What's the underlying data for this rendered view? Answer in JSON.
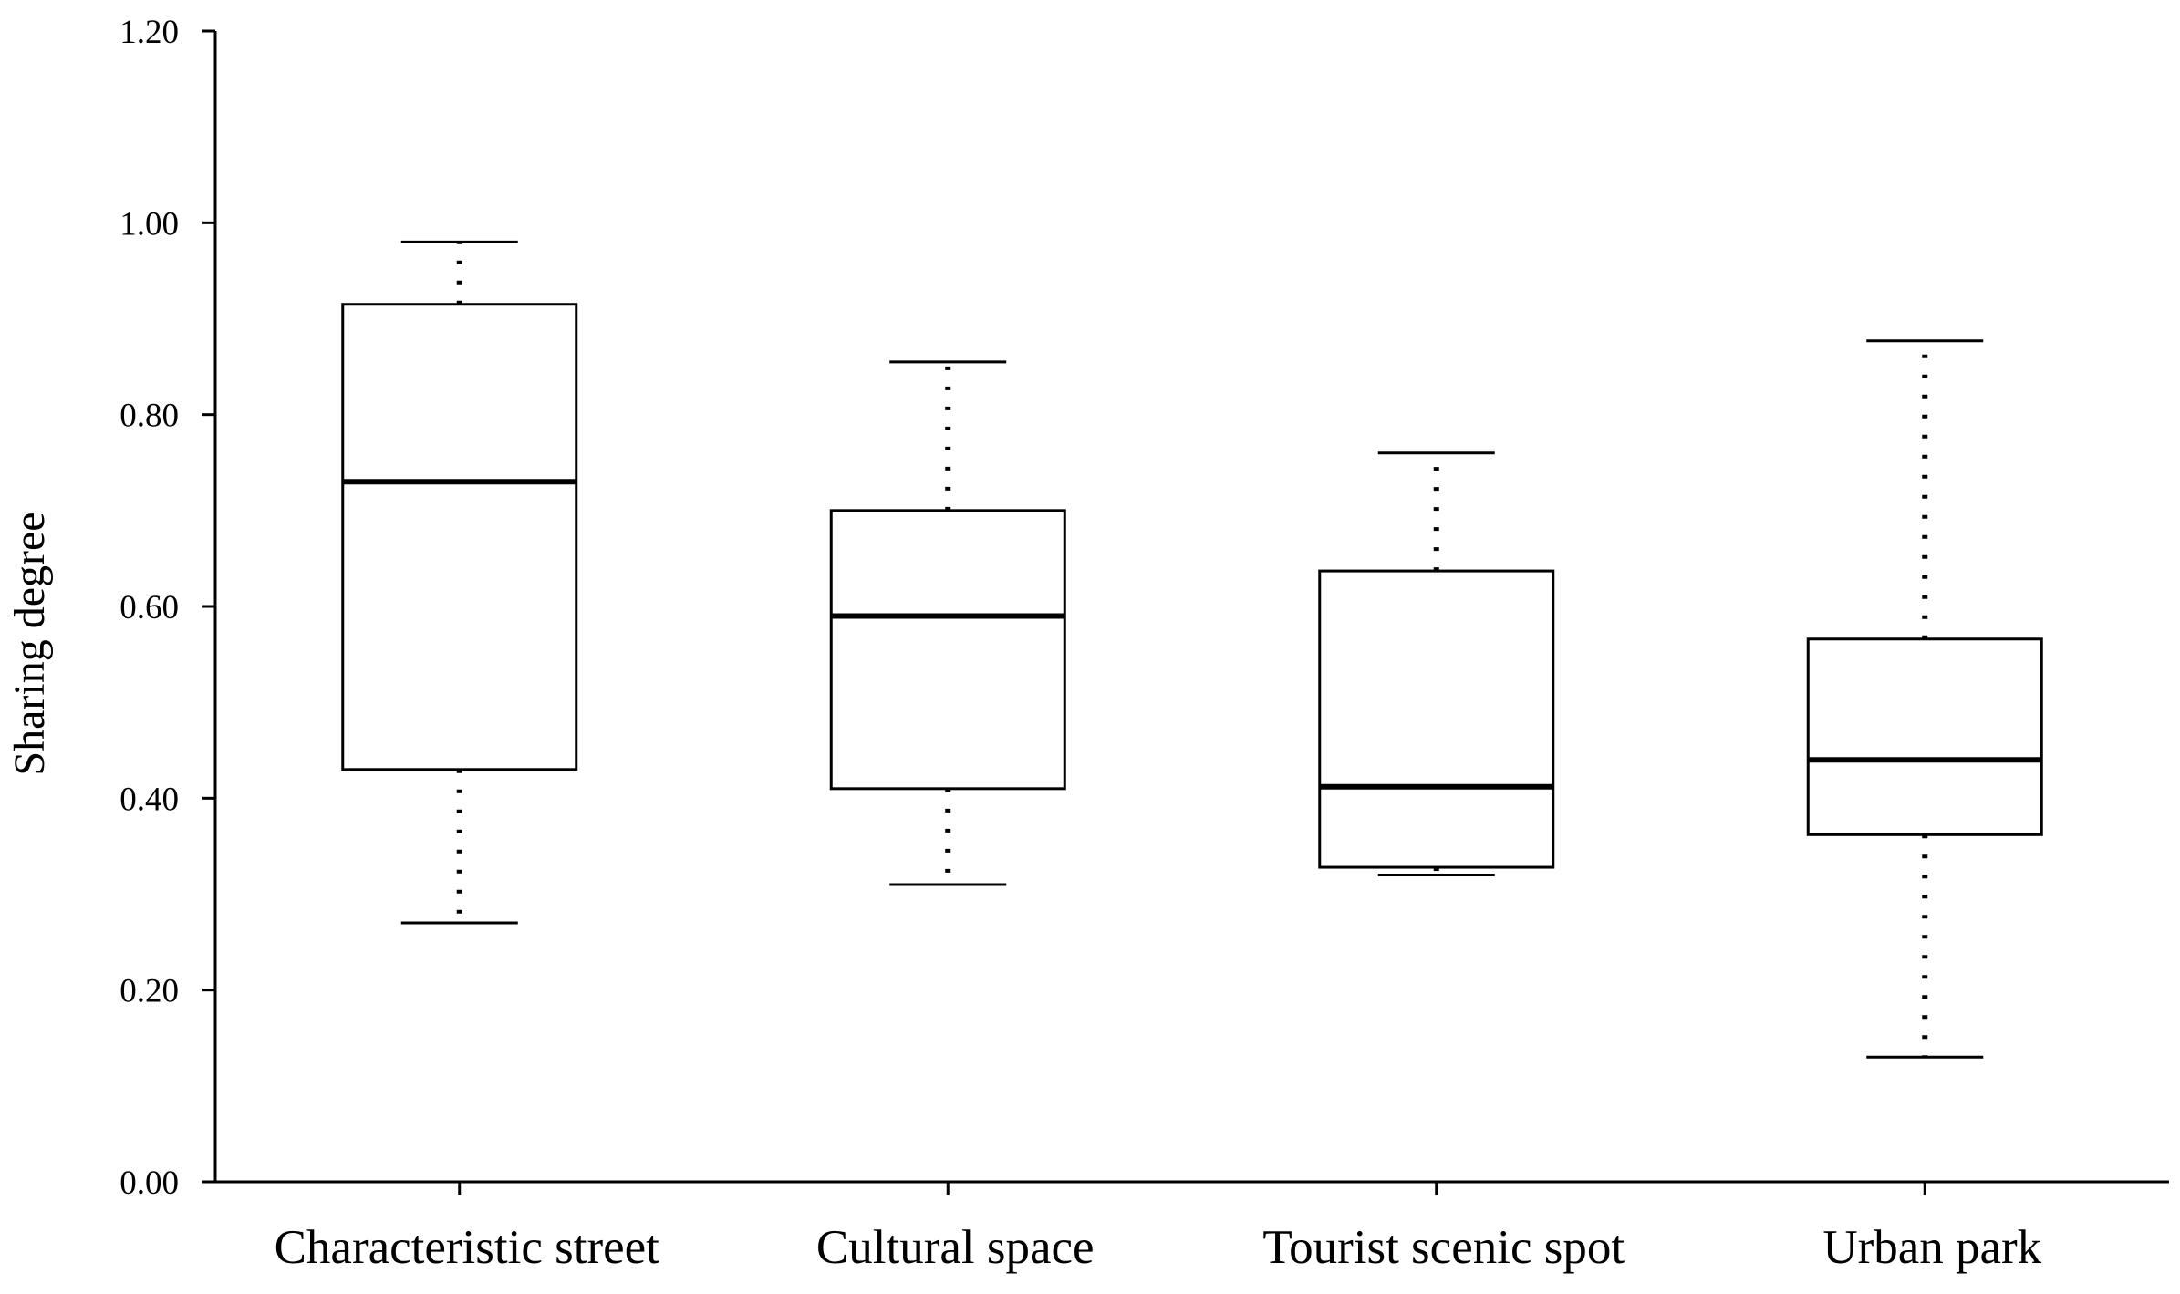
{
  "chart_data": {
    "type": "boxplot",
    "title": "",
    "xlabel": "",
    "ylabel": "Sharing degree",
    "ylim": [
      0.0,
      1.2
    ],
    "yticks": [
      "0.00",
      "0.20",
      "0.40",
      "0.60",
      "0.80",
      "1.00",
      "1.20"
    ],
    "ytick_values": [
      0.0,
      0.2,
      0.4,
      0.6,
      0.8,
      1.0,
      1.2
    ],
    "grid": false,
    "categories": [
      "Characteristic street",
      "Cultural space",
      "Tourist scenic spot",
      "Urban park"
    ],
    "boxes": [
      {
        "category": "Characteristic street",
        "whisker_low": 0.27,
        "q1": 0.43,
        "median": 0.73,
        "q3": 0.915,
        "whisker_high": 0.98
      },
      {
        "category": "Cultural space",
        "whisker_low": 0.31,
        "q1": 0.41,
        "median": 0.59,
        "q3": 0.7,
        "whisker_high": 0.855
      },
      {
        "category": "Tourist scenic spot",
        "whisker_low": 0.32,
        "q1": 0.328,
        "median": 0.412,
        "q3": 0.637,
        "whisker_high": 0.76
      },
      {
        "category": "Urban park",
        "whisker_low": 0.13,
        "q1": 0.362,
        "median": 0.44,
        "q3": 0.566,
        "whisker_high": 0.877
      }
    ],
    "colors": {
      "box_fill": "#ffffff",
      "stroke": "#000000"
    }
  }
}
